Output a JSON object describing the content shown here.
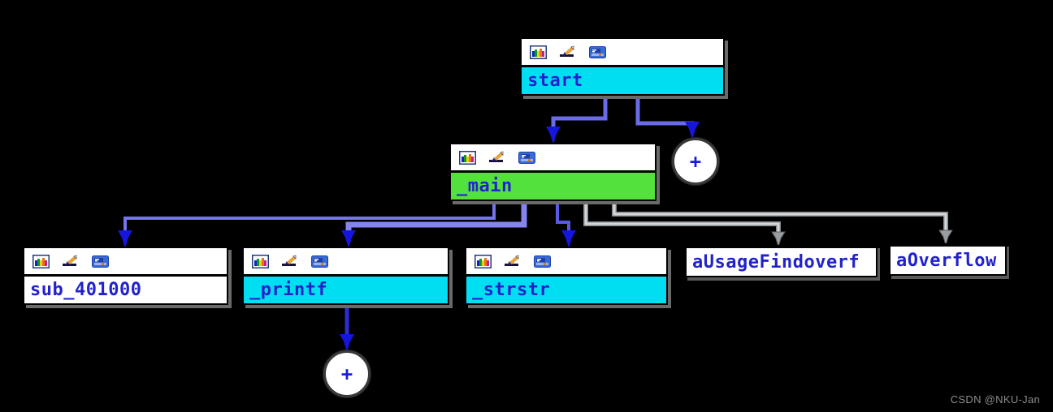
{
  "diagram": {
    "title": "call-graph",
    "watermark": "CSDN @NKU-Jan",
    "colors": {
      "background": "#000000",
      "node_border": "#000000",
      "header_bg": "#ffffff",
      "label_text": "#2222cc",
      "highlight_cyan": "#00dff2",
      "highlight_green": "#53e23c",
      "plain_bg": "#ffffff",
      "edge_blue": "#7575ee",
      "edge_blue_dark": "#2c2cd8",
      "arrow_blue": "#1515dd",
      "edge_gray": "#c7cbcd",
      "arrow_gray": "#9a9ea0",
      "shadow": "#6a6a6a"
    },
    "header_icons": [
      "palette-icon",
      "edit-pencil-icon",
      "binary-view-icon"
    ],
    "nodes": [
      {
        "id": "start",
        "label": "start",
        "type": "function",
        "highlight": "cyan"
      },
      {
        "id": "main",
        "label": "_main",
        "type": "function",
        "highlight": "green"
      },
      {
        "id": "sub_401000",
        "label": "sub_401000",
        "type": "function",
        "highlight": "none"
      },
      {
        "id": "printf",
        "label": "_printf",
        "type": "function",
        "highlight": "cyan"
      },
      {
        "id": "strstr",
        "label": "_strstr",
        "type": "function",
        "highlight": "cyan"
      },
      {
        "id": "aUsageFindoverf",
        "label": "aUsageFindoverf",
        "type": "string",
        "highlight": "none"
      },
      {
        "id": "aOverflow",
        "label": "aOverflow",
        "type": "string",
        "highlight": "none"
      },
      {
        "id": "plus_top",
        "label": "+",
        "type": "collapsed",
        "highlight": "none"
      },
      {
        "id": "plus_bottom",
        "label": "+",
        "type": "collapsed",
        "highlight": "none"
      }
    ],
    "edges": [
      {
        "from": "start",
        "to": "main",
        "color": "blue"
      },
      {
        "from": "start",
        "to": "plus_top",
        "color": "blue"
      },
      {
        "from": "main",
        "to": "sub_401000",
        "color": "blue"
      },
      {
        "from": "main",
        "to": "printf",
        "color": "blue"
      },
      {
        "from": "main",
        "to": "strstr",
        "color": "blue"
      },
      {
        "from": "main",
        "to": "aUsageFindoverf",
        "color": "gray"
      },
      {
        "from": "main",
        "to": "aOverflow",
        "color": "gray"
      },
      {
        "from": "printf",
        "to": "plus_bottom",
        "color": "blue"
      }
    ]
  }
}
